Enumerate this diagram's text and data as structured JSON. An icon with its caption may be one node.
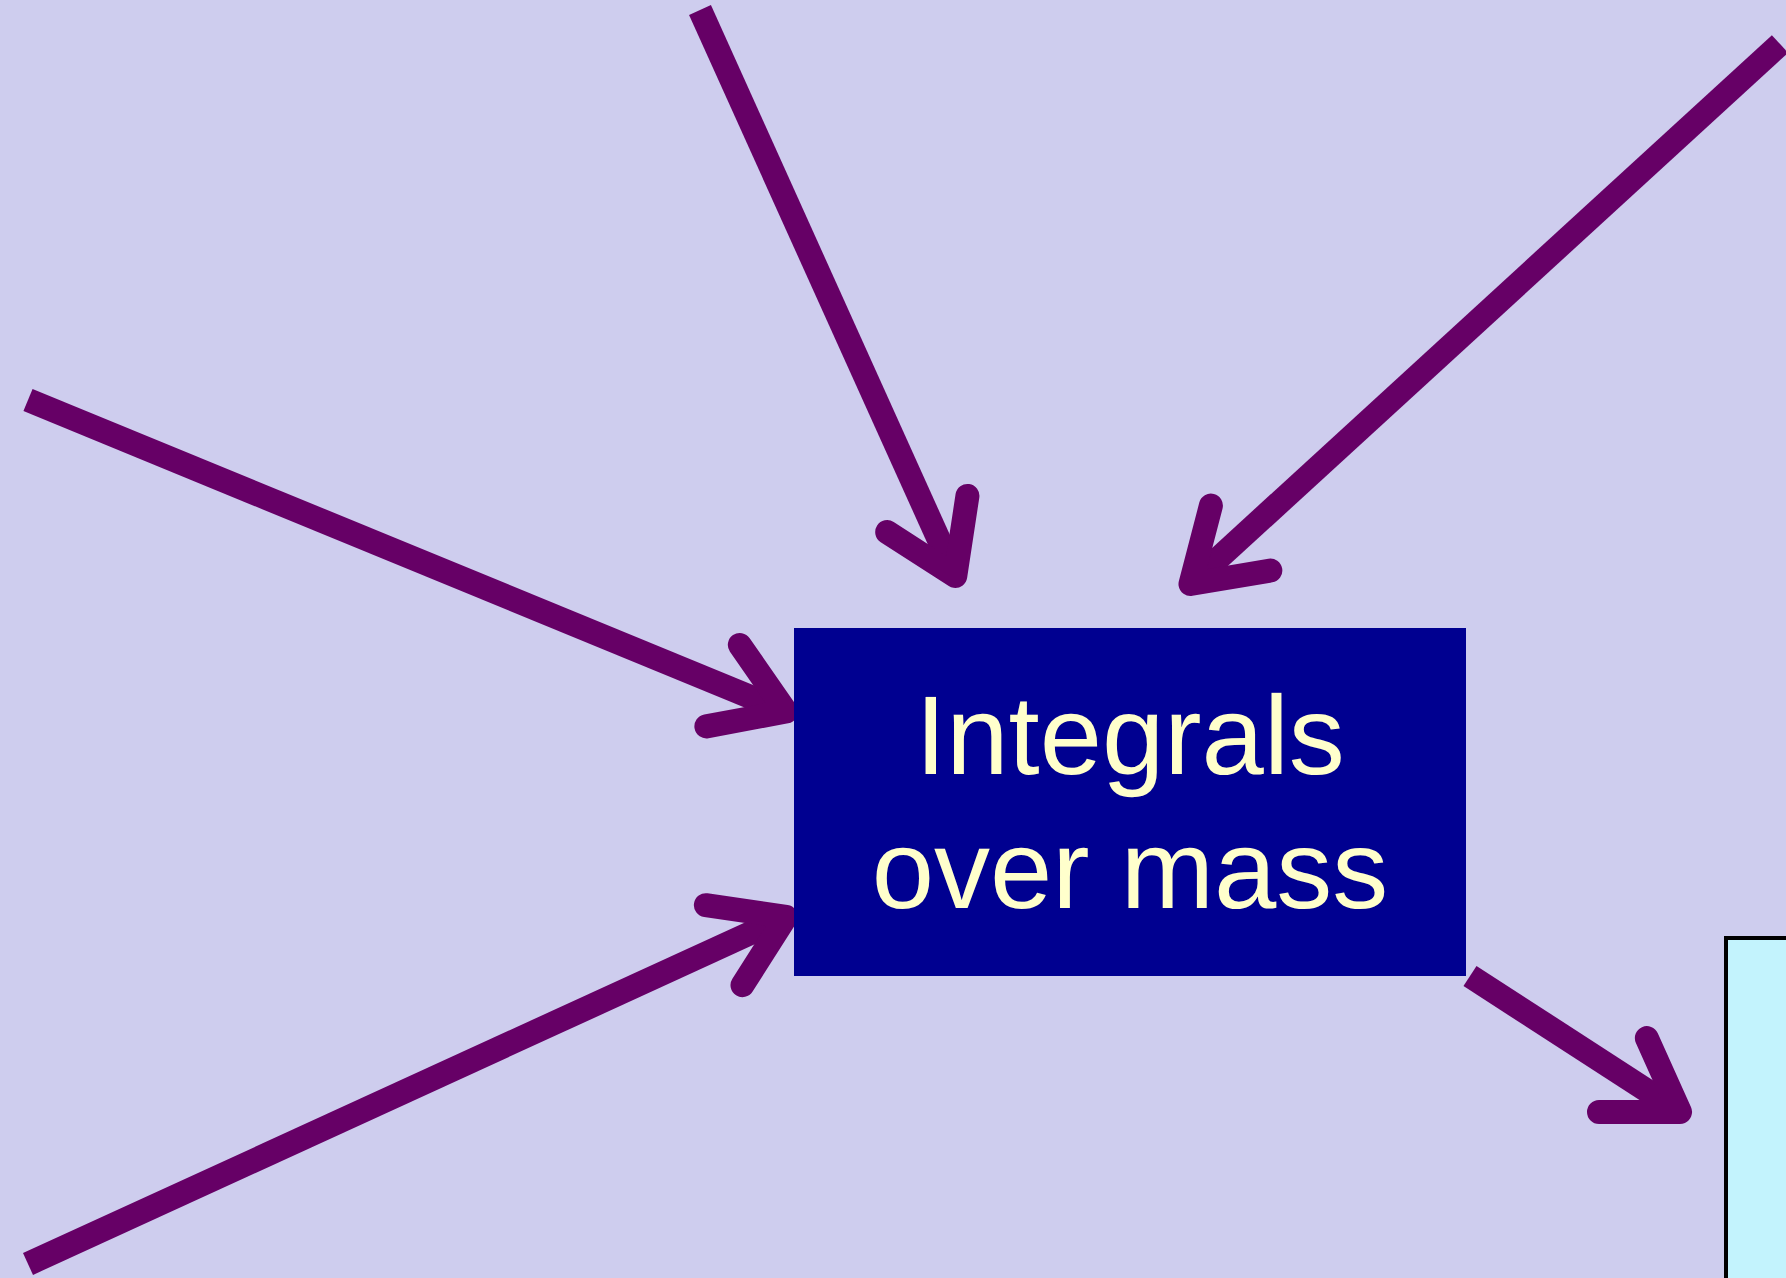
{
  "diagram": {
    "nodes": [
      {
        "text": [
          "Integrals over mass"
        ]
      },
      {
        "text": [],
        "shape": "box"
      }
    ],
    "edges": [
      {
        "from": null,
        "to": 0,
        "arrow": "to"
      },
      {
        "from": null,
        "to": 0,
        "arrow": "to"
      },
      {
        "from": null,
        "to": 0,
        "arrow": "to"
      },
      {
        "from": null,
        "to": 0,
        "arrow": "to"
      },
      {
        "from": 0,
        "to": 1,
        "arrow": "to"
      }
    ]
  }
}
